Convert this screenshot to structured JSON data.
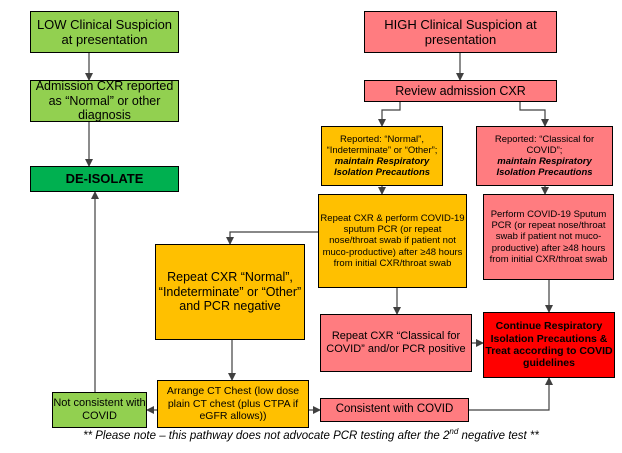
{
  "boxes": {
    "low_suspicion": "LOW Clinical Suspicion at presentation",
    "admission_cxr_normal": "Admission CXR reported as “Normal” or other diagnosis",
    "de_isolate": "DE-ISOLATE",
    "high_suspicion": "HIGH Clinical Suspicion at presentation",
    "review_cxr": "Review admission CXR",
    "reported_normal": {
      "text": "Reported: “Normal”, “Indeterminate” or “Other”;",
      "emphasis": "maintain Respiratory Isolation Precautions"
    },
    "reported_classical": {
      "text": "Reported: “Classical for COVID”;",
      "emphasis": "maintain Respiratory Isolation Precautions"
    },
    "repeat_cxr_pcr": "Repeat CXR & perform COVID-19 sputum PCR (or repeat nose/throat swab if patient not muco-productive) after ≥48 hours from initial CXR/throat swab",
    "perform_pcr": "Perform COVID-19 Sputum PCR (or repeat nose/throat swab if patient not muco-productive) after ≥48 hours from initial CXR/throat swab",
    "repeat_negative": "Repeat CXR “Normal”, “Indeterminate” or “Other” and PCR negative",
    "repeat_classical_positive": "Repeat CXR “Classical for COVID” and/or PCR positive",
    "continue_isolation": "Continue Respiratory Isolation Precautions & Treat according to COVID guidelines",
    "arrange_ct": "Arrange CT Chest (low dose plain CT chest (plus CTPA if eGFR allows))",
    "not_consistent": "Not consistent with COVID",
    "consistent": "Consistent with COVID"
  },
  "footnote": {
    "before": "** Please note – this pathway does not advocate PCR testing after the 2",
    "superscript": "nd",
    "after": " negative test **"
  },
  "colors": {
    "green": "#92d050",
    "dark_green": "#00b050",
    "pink": "#ff7c80",
    "amber": "#ffc000",
    "red": "#ff0000",
    "line": "#404040"
  }
}
